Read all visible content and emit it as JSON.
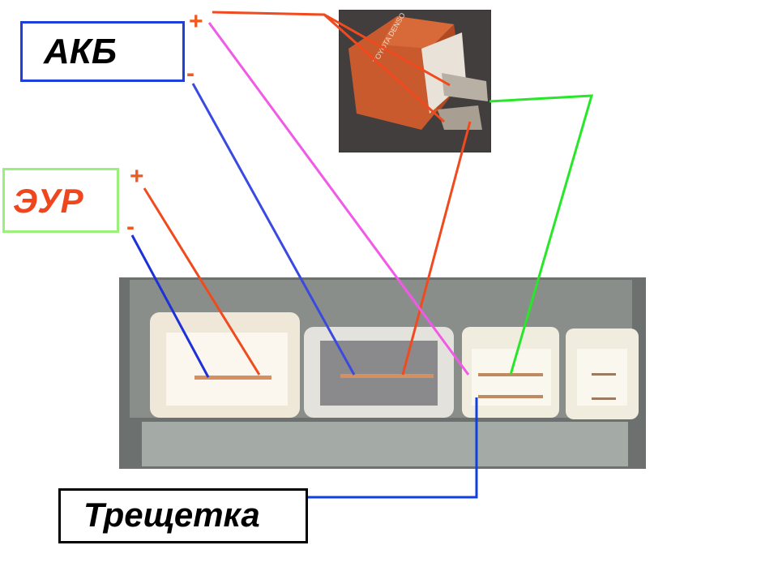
{
  "labels": {
    "battery": "АКБ",
    "eps": "ЭУР",
    "ratchet": "Трещетка",
    "plus": "+",
    "minus": "-"
  },
  "relay_markings": "TOYOTA DENSO",
  "colors": {
    "battery_border": "#1e3fd8",
    "eps_border": "#9af07a",
    "eps_text": "#f0461e",
    "positive_wire": "#f04a1e",
    "negative_wire": "#2a3fe0",
    "pink_wire": "#f05ae6",
    "green_wire": "#28e628",
    "ratchet_wire": "#1040e0"
  }
}
